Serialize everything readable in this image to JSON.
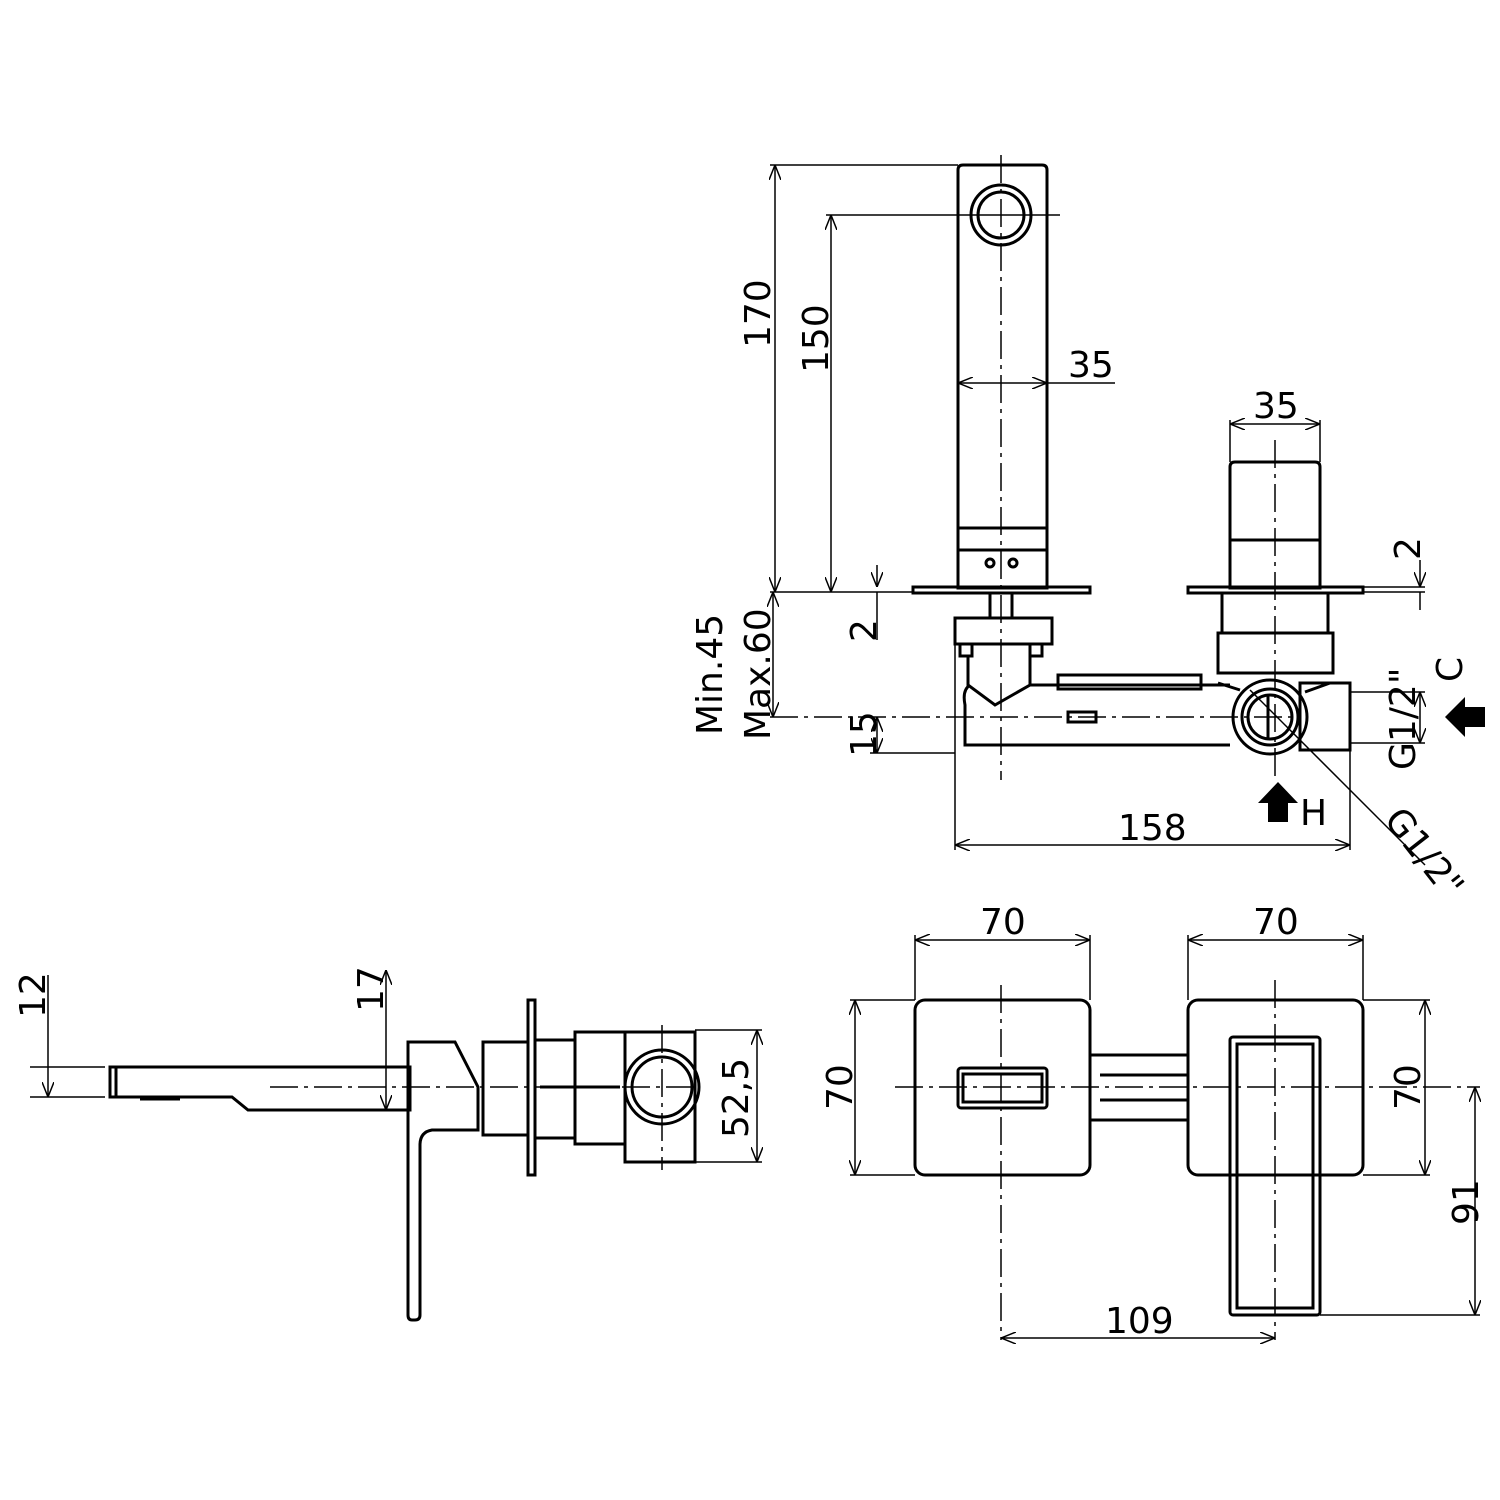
{
  "title": "Wall-mounted basin mixer technical drawing",
  "top_view": {
    "dim_total_height": "170",
    "dim_outlet_height": "150",
    "dim_spout_width": "35",
    "dim_handle_width": "35",
    "dim_plate_right": "2",
    "dim_plate_left": "2",
    "dim_min": "Min.45",
    "dim_max": "Max.60",
    "dim_offset": "15",
    "dim_body_length": "158",
    "thread_cold": "G1/2\"",
    "thread_hot": "G1/2\"",
    "label_cold": "C",
    "label_hot": "H"
  },
  "side_view": {
    "dim_spout_thickness": "12",
    "dim_body_thickness": "17",
    "dim_depth": "52,5"
  },
  "front_view": {
    "dim_left_plate_width": "70",
    "dim_right_plate_width": "70",
    "dim_left_plate_height": "70",
    "dim_right_plate_height": "70",
    "dim_lever_length": "91",
    "dim_center_distance": "109"
  }
}
